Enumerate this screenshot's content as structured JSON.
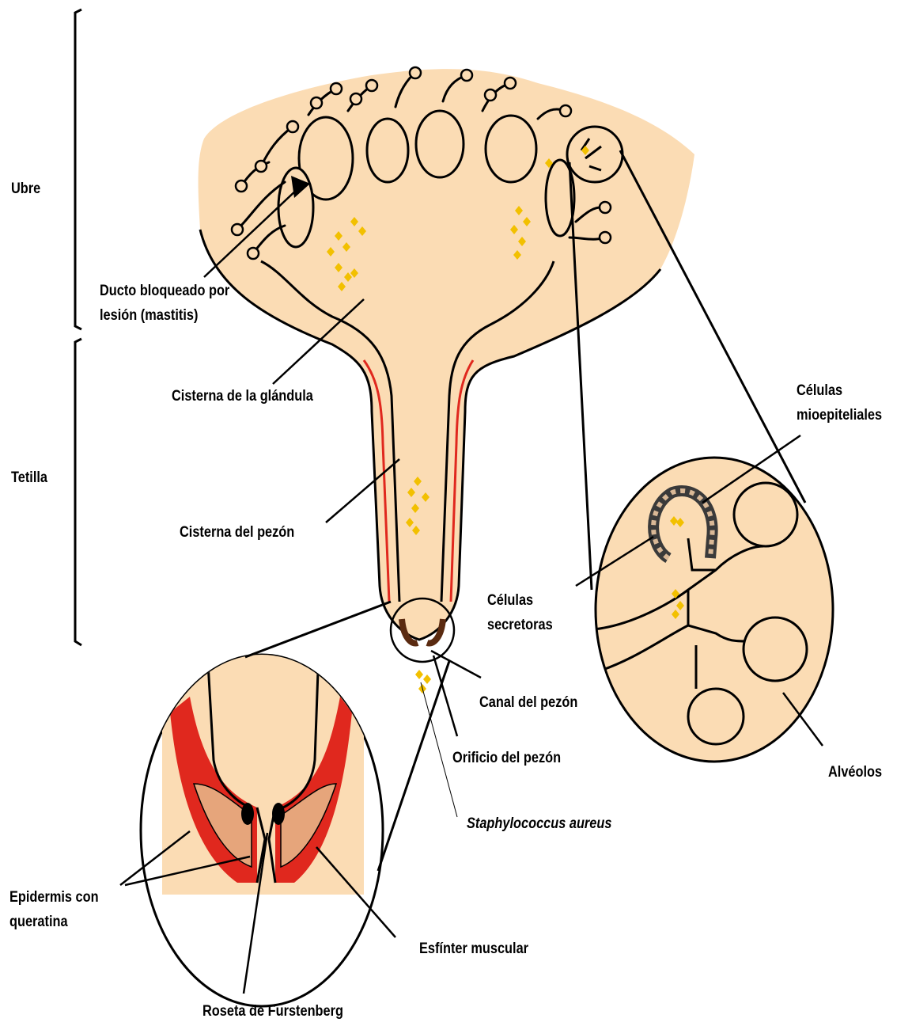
{
  "colors": {
    "tissue": "#fbdcb4",
    "keratin_red": "#e0281e",
    "muscle": "#e6a57b",
    "bacteria_yellow": "#f2c000",
    "outline": "#000000",
    "background": "#ffffff"
  },
  "labels": {
    "ubre": "Ubre",
    "tetilla": "Tetilla",
    "ducto_line1": "Ducto bloqueado por",
    "ducto_line2": "lesión (mastitis)",
    "cisterna_glandula": "Cisterna de la glándula",
    "cisterna_pezon": "Cisterna del pezón",
    "celulas_mio_line1": "Células",
    "celulas_mio_line2": "mioepiteliales",
    "celulas_sec_line1": "Células",
    "celulas_sec_line2": "secretoras",
    "canal_pezon": "Canal del pezón",
    "orificio_pezon": "Orificio del pezón",
    "alveolos": "Alvéolos",
    "staphylococcus": "Staphylococcus aureus",
    "epidermis_line1": "Epidermis con",
    "epidermis_line2": "queratina",
    "esfinter": "Esfínter muscular",
    "roseta": "Roseta de Furstenberg"
  }
}
